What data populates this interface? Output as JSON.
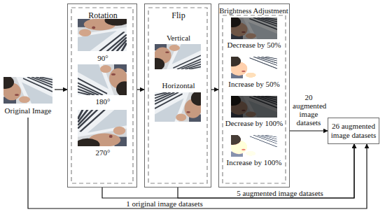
{
  "diagram": {
    "nodes": [
      {
        "text": [
          "Original Image"
        ]
      },
      {
        "text": [
          "Rotation",
          "90°",
          "180°",
          "270°"
        ]
      },
      {
        "text": [
          "Flip",
          "Vertical",
          "Horizontal"
        ]
      },
      {
        "text": [
          "Brightness Adjustment",
          "Decrease by 50%",
          "Increase by 50%",
          "Decrease by 100%",
          "Increase by 100%"
        ]
      },
      {
        "text": [
          "26 augmented image datasets"
        ]
      }
    ],
    "edges": [
      {
        "from": 0,
        "to": 1,
        "arrow": "to"
      },
      {
        "from": 1,
        "to": 2,
        "arrow": "to"
      },
      {
        "from": 2,
        "to": 3,
        "arrow": "to"
      },
      {
        "from": 3,
        "to": 4,
        "label": "20 augmented image datasets",
        "arrow": "to"
      },
      {
        "from": 1,
        "to": 4,
        "label": "5 augmented image datasets",
        "arrow": "to"
      },
      {
        "from": 2,
        "to": 4,
        "arrow": "to"
      },
      {
        "from": 0,
        "to": 4,
        "label": "1 original image datasets",
        "arrow": "to"
      }
    ]
  }
}
